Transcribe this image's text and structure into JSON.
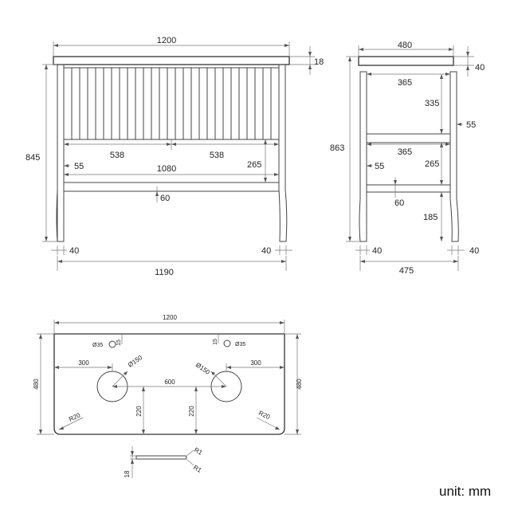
{
  "unit_label": "unit: mm",
  "front": {
    "top_width": "1200",
    "top_thickness": "18",
    "height": "845",
    "left_span": "538",
    "right_span": "538",
    "inner_width": "1080",
    "side_offset": "55",
    "panel_height": "265",
    "rail": "60",
    "leg_left": "40",
    "leg_right": "40",
    "base_width": "1190"
  },
  "side": {
    "top_depth": "480",
    "top_thickness": "40",
    "height": "863",
    "inner_upper": "365",
    "drop": "335",
    "right_offset": "55",
    "inner_lower": "365",
    "left_offset": "55",
    "panel_height": "265",
    "rail": "60",
    "leg_height": "185",
    "leg_left": "40",
    "leg_right": "40",
    "base_depth": "475"
  },
  "plan": {
    "width": "1200",
    "depth_left": "480",
    "depth_right": "480",
    "tap_hole_left": "Ø35",
    "tap_hole_left_offset": "15",
    "tap_hole_right": "Ø35",
    "tap_hole_right_offset": "15",
    "basin_left": "Ø150",
    "basin_right": "Ø150",
    "offset_left": "300",
    "offset_right": "300",
    "centers": "600",
    "depth_to_center_left": "220",
    "depth_to_center_right": "220",
    "corner_left": "R20",
    "corner_right": "R20"
  },
  "edge": {
    "thickness": "18",
    "radius_top": "R1",
    "radius_bottom": "R1"
  }
}
